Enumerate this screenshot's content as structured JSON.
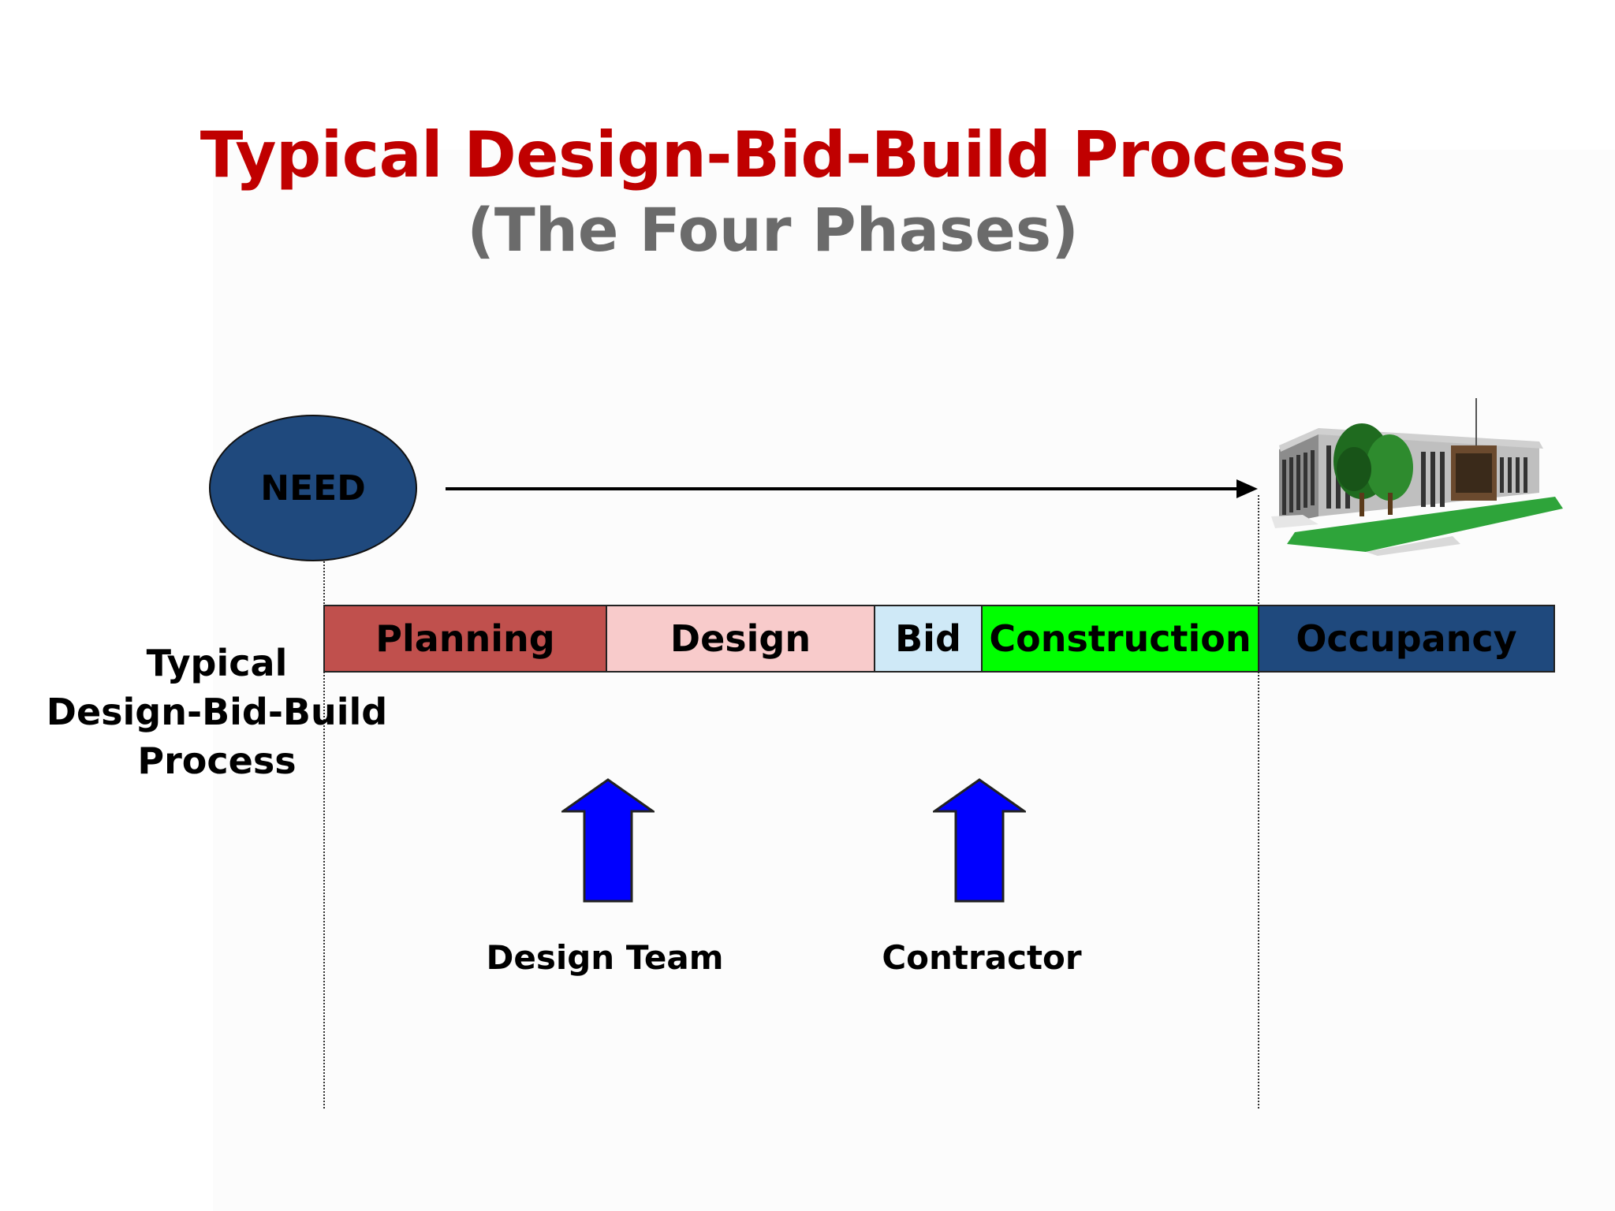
{
  "title": "Typical Design-Bid-Build Process",
  "subtitle": "(The Four Phases)",
  "need_label": "NEED",
  "side_label": {
    "line1": "Typical",
    "line2": "Design-Bid-Build",
    "line3": "Process"
  },
  "phases": [
    {
      "label": "Planning",
      "color": "#c0504d"
    },
    {
      "label": "Design",
      "color": "#f8cbcb"
    },
    {
      "label": "Bid",
      "color": "#cfe9f7"
    },
    {
      "label": "Construction",
      "color": "#00ff00"
    },
    {
      "label": "Occupancy",
      "color": "#1f497d"
    }
  ],
  "arrows": [
    {
      "caption": "Design Team",
      "color": "#0000ff"
    },
    {
      "caption": "Contractor",
      "color": "#0000ff"
    }
  ],
  "colors": {
    "title": "#c00000",
    "subtitle": "#6b6b6b",
    "need_fill": "#1f497d"
  },
  "icons": {
    "building": "office-building-icon",
    "up_arrow": "up-arrow-icon",
    "timeline_arrow": "right-arrow-icon"
  }
}
